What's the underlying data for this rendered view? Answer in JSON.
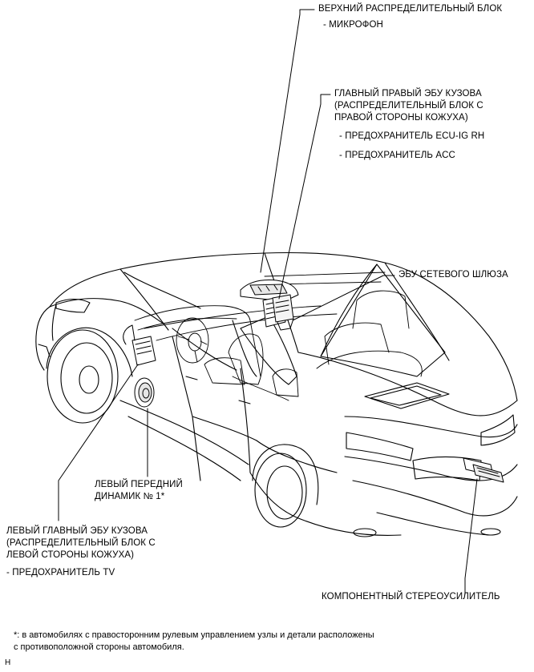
{
  "labels": {
    "upper_block_title": "ВЕРХНИЙ РАСПРЕДЕЛИТЕЛЬНЫЙ БЛОК",
    "upper_block_item": "- МИКРОФОН",
    "right_ecu_line1": "ГЛАВНЫЙ ПРАВЫЙ ЭБУ КУЗОВА",
    "right_ecu_line2": "(РАСПРЕДЕЛИТЕЛЬНЫЙ БЛОК С",
    "right_ecu_line3": "ПРАВОЙ СТОРОНЫ КОЖУХА)",
    "right_ecu_fuse1": "- ПРЕДОХРАНИТЕЛЬ ECU-IG RH",
    "right_ecu_fuse2": "- ПРЕДОХРАНИТЕЛЬ ACC",
    "gateway_ecu": "ЭБУ СЕТЕВОГО ШЛЮЗА",
    "speaker_line1": "ЛЕВЫЙ ПЕРЕДНИЙ",
    "speaker_line2": "ДИНАМИК № 1*",
    "left_ecu_line1": "ЛЕВЫЙ ГЛАВНЫЙ ЭБУ КУЗОВА",
    "left_ecu_line2": "(РАСПРЕДЕЛИТЕЛЬНЫЙ БЛОК С",
    "left_ecu_line3": "ЛЕВОЙ СТОРОНЫ КОЖУХА)",
    "left_ecu_fuse": "- ПРЕДОХРАНИТЕЛЬ TV",
    "amplifier": "КОМПОНЕНТНЫЙ СТЕРЕОУСИЛИТЕЛЬ"
  },
  "footnote": {
    "line1": "*: в автомобилях с правосторонним рулевым управлением узлы и детали расположены",
    "line2": "с противоположной стороны автомобиля."
  },
  "corner_mark": "H"
}
